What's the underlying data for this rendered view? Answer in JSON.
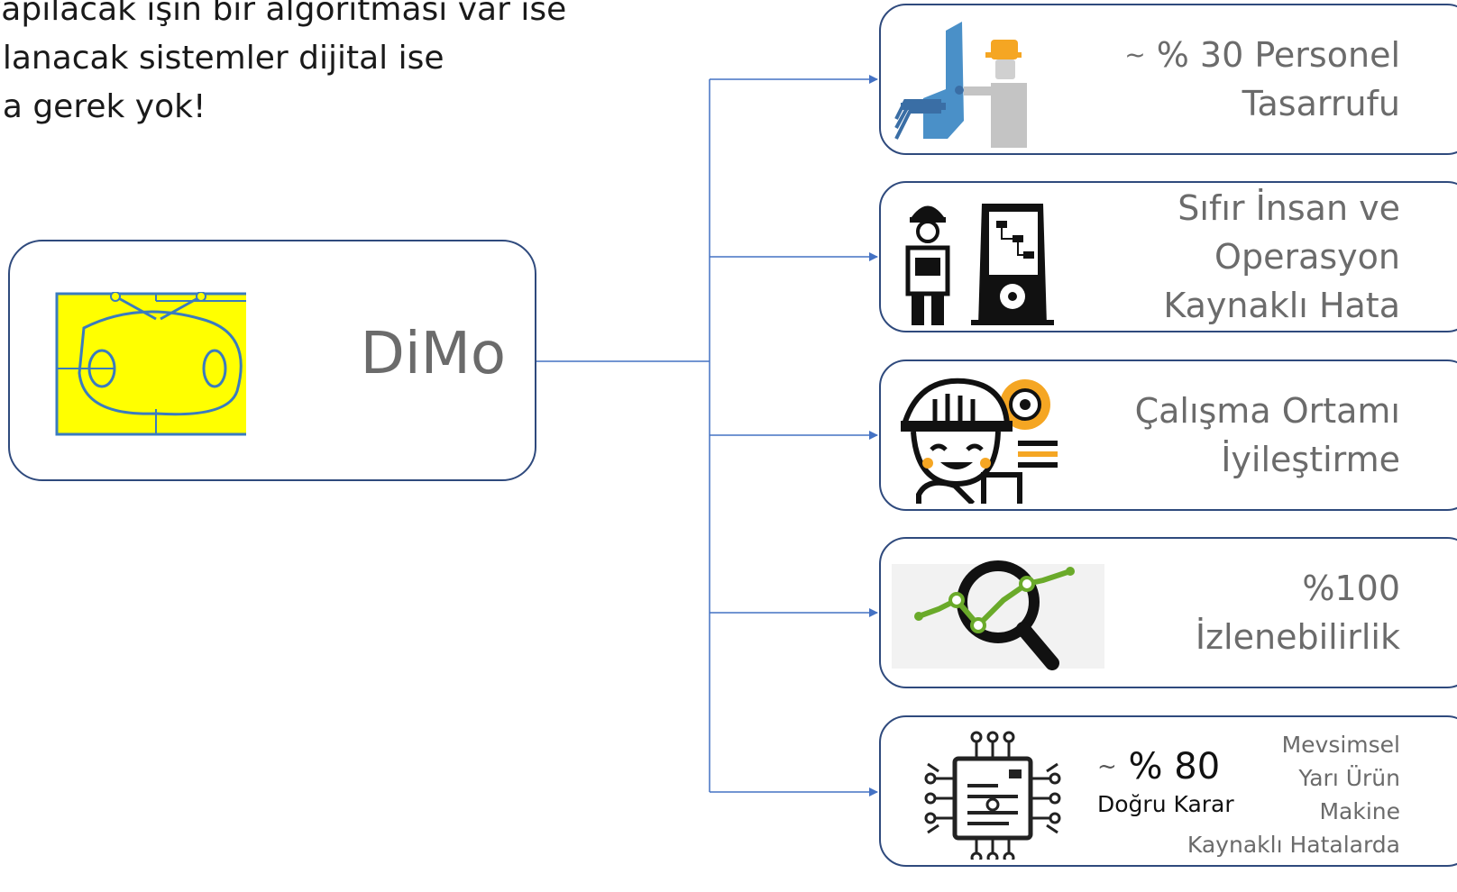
{
  "intro": {
    "lines": [
      "yapılacak işin bir algoritması var ise",
      "ulanacak sistemler dijital ise",
      "na gerek yok!"
    ]
  },
  "center": {
    "title": "DiMo"
  },
  "benefits": [
    {
      "icon": "operator-machine-icon",
      "prefix": "~",
      "lines": [
        "% 30 Personel",
        "Tasarrufu"
      ]
    },
    {
      "icon": "worker-kiosk-icon",
      "lines": [
        "Sıfır İnsan ve",
        "Operasyon",
        "Kaynaklı Hata"
      ]
    },
    {
      "icon": "happy-worker-gear-icon",
      "lines": [
        "Çalışma Ortamı",
        "İyileştirme"
      ]
    },
    {
      "icon": "magnifier-trend-icon",
      "lines": [
        "%100",
        "İzlenebilirlik"
      ]
    },
    {
      "icon": "circuit-chip-icon",
      "prefix": "~",
      "stat": "% 80",
      "stat_label": "Doğru Karar",
      "detail_lines": [
        "Mevsimsel",
        "Yarı Ürün",
        "Makine",
        "Kaynaklı Hatalarda"
      ]
    }
  ],
  "colors": {
    "connector": "#4472c4",
    "box_border": "#2f4a7d",
    "text_gray": "#6b6b6b",
    "logo_yellow": "#ffff00",
    "logo_blue": "#3a7bbf",
    "accent_orange": "#f5a623",
    "accent_green": "#6aaa2a"
  }
}
